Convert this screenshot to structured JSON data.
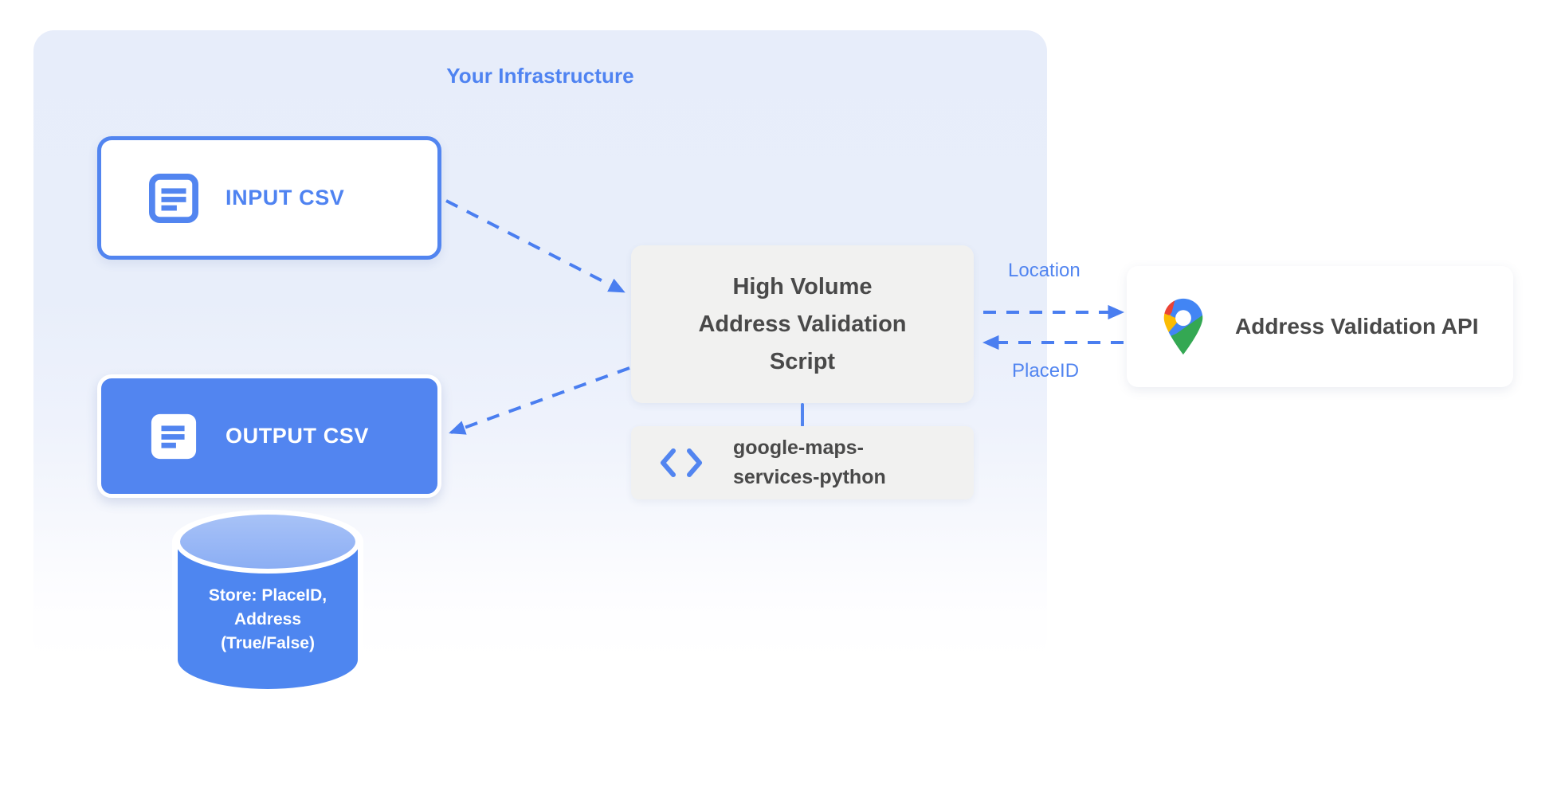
{
  "diagram": {
    "title": "Your Infrastructure",
    "container_bg": "#e7edfa",
    "accent_blue": "#5285f0",
    "text_gray": "#494949"
  },
  "nodes": {
    "input_csv": {
      "label": "INPUT CSV",
      "icon": "document-lines-icon",
      "fill": "#ffffff",
      "border": "#5285f0",
      "text_color": "#4f83f1"
    },
    "output_csv": {
      "label": "OUTPUT CSV",
      "icon": "document-lines-icon",
      "fill": "#5285f0",
      "border": "#ffffff",
      "text_color": "#ffffff"
    },
    "script": {
      "line1": "High Volume",
      "line2": "Address Validation",
      "line3": "Script",
      "fill": "#f1f1f0"
    },
    "library": {
      "line1": "google-maps-",
      "line2": "services-python",
      "icon": "code-brackets-icon",
      "fill": "#f1f1f0"
    },
    "api": {
      "label": "Address Validation API",
      "icon": "google-maps-pin-icon",
      "fill": "#ffffff"
    },
    "database": {
      "line1": "Store: PlaceID,",
      "line2": "Address",
      "line3": "(True/False)",
      "body_color": "#4e86f0",
      "top_color": "#93b4f5"
    }
  },
  "edges": {
    "input_to_script": {
      "style": "dashed",
      "direction": "to-script"
    },
    "script_to_output": {
      "style": "dashed",
      "direction": "to-output"
    },
    "script_to_api": {
      "label": "Location",
      "style": "dashed",
      "direction": "right"
    },
    "api_to_script": {
      "label": "PlaceID",
      "style": "dashed",
      "direction": "left"
    },
    "script_to_library": {
      "style": "solid",
      "direction": "down"
    }
  }
}
